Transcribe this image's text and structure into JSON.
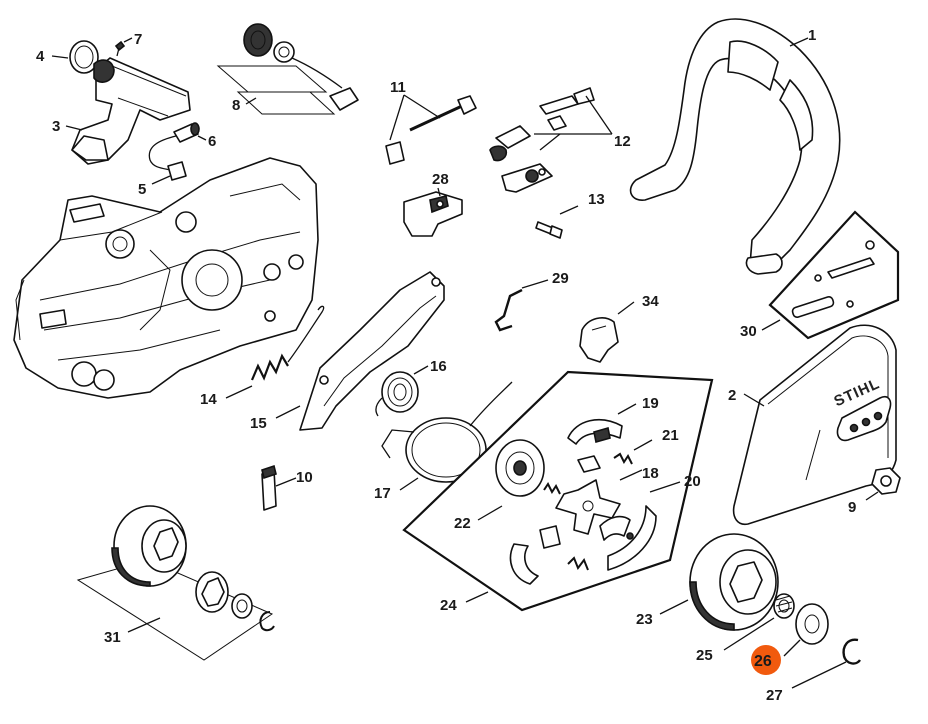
{
  "highlight_color": "#f15a0e",
  "highlighted_part": "26",
  "brand_text": "STIHL",
  "callouts": {
    "c1": "1",
    "c2": "2",
    "c3": "3",
    "c4": "4",
    "c5": "5",
    "c6": "6",
    "c7": "7",
    "c8": "8",
    "c9": "9",
    "c10": "10",
    "c11": "11",
    "c12": "12",
    "c13": "13",
    "c14": "14",
    "c15": "15",
    "c16": "16",
    "c17": "17",
    "c18": "18",
    "c19": "19",
    "c20": "20",
    "c21": "21",
    "c22": "22",
    "c23": "23",
    "c24": "24",
    "c25": "25",
    "c26": "26",
    "c27": "27",
    "c28": "28",
    "c29": "29",
    "c30": "30",
    "c31": "31",
    "c34": "34"
  }
}
